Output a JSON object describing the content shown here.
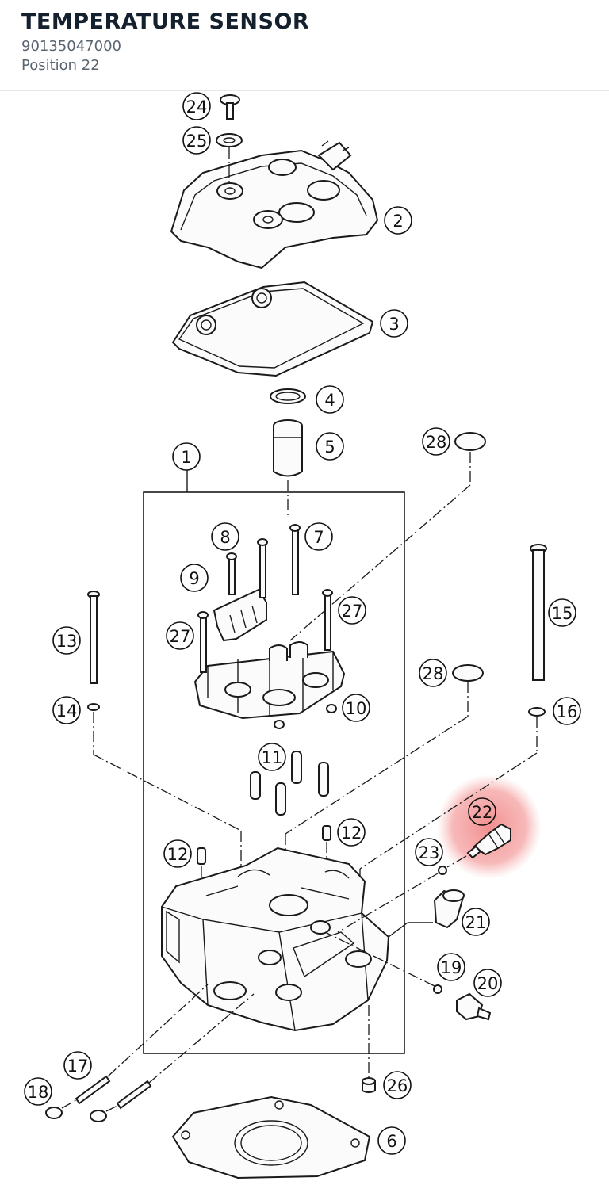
{
  "header": {
    "title": "TEMPERATURE SENSOR",
    "part_number": "90135047000",
    "position_label": "Position 22"
  },
  "diagram": {
    "highlight_color": "#f08080",
    "highlighted_position": "22",
    "callouts": [
      "1",
      "2",
      "3",
      "4",
      "5",
      "6",
      "7",
      "8",
      "9",
      "10",
      "11",
      "12",
      "12",
      "12",
      "13",
      "14",
      "15",
      "16",
      "17",
      "18",
      "19",
      "20",
      "21",
      "22",
      "23",
      "24",
      "25",
      "26",
      "27",
      "27",
      "28",
      "28"
    ]
  }
}
